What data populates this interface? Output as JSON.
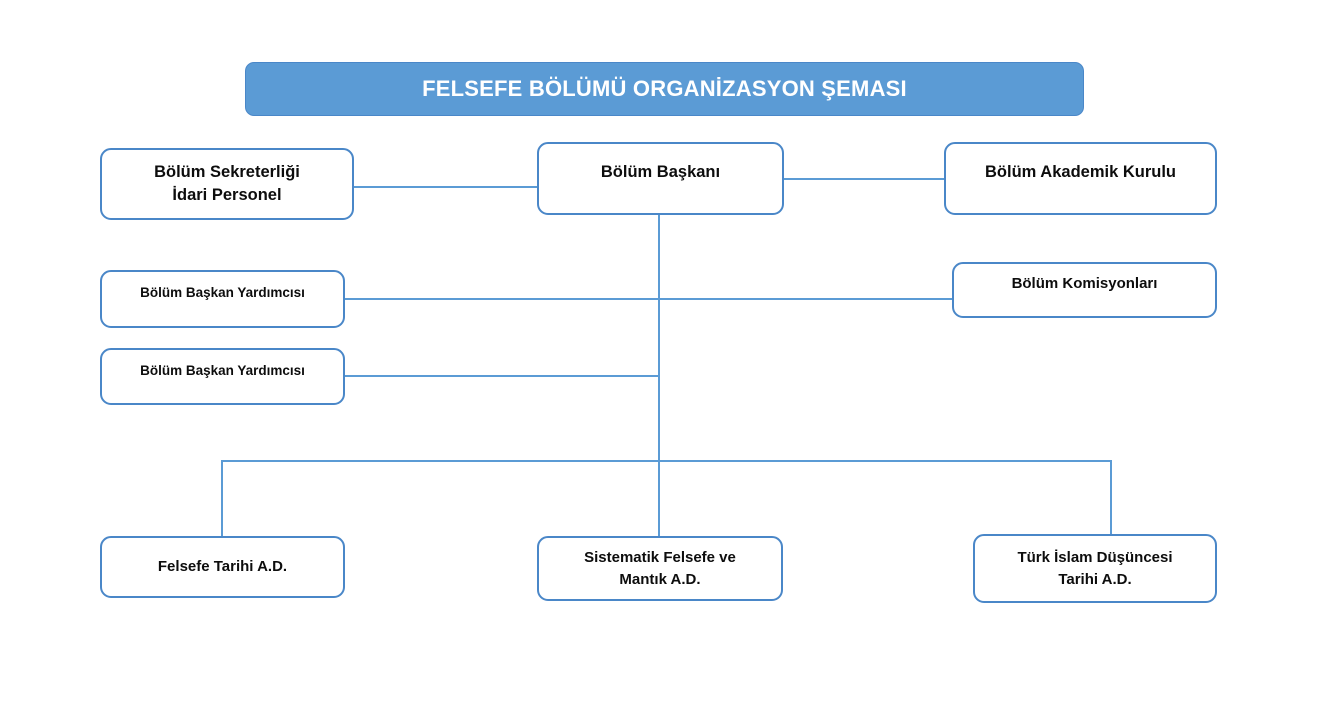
{
  "document": {
    "title": "FELSEFE BÖLÜMÜ ORGANİZASYON ŞEMASI",
    "accent_color": "#5B9BD5",
    "border_color": "#4A87C8",
    "title_text_color": "#FFFFFF",
    "node_text_color": "#0D0D0D",
    "background_color": "#FFFFFF"
  },
  "nodes": {
    "chair": "Bölüm Başkanı",
    "secretariat_line1": "Bölüm Sekreterliği",
    "secretariat_line2": "İdari Personel",
    "academic_board": "Bölüm Akademik Kurulu",
    "vice_chair_1": "Bölüm Başkan Yardımcısı",
    "vice_chair_2": "Bölüm Başkan Yardımcısı",
    "commissions": "Bölüm Komisyonları",
    "dept_history": "Felsefe Tarihi A.D.",
    "dept_systematic_line1": "Sistematik Felsefe ve",
    "dept_systematic_line2": "Mantık A.D.",
    "dept_turkish_islamic_line1": "Türk İslam Düşüncesi",
    "dept_turkish_islamic_line2": "Tarihi A.D."
  }
}
